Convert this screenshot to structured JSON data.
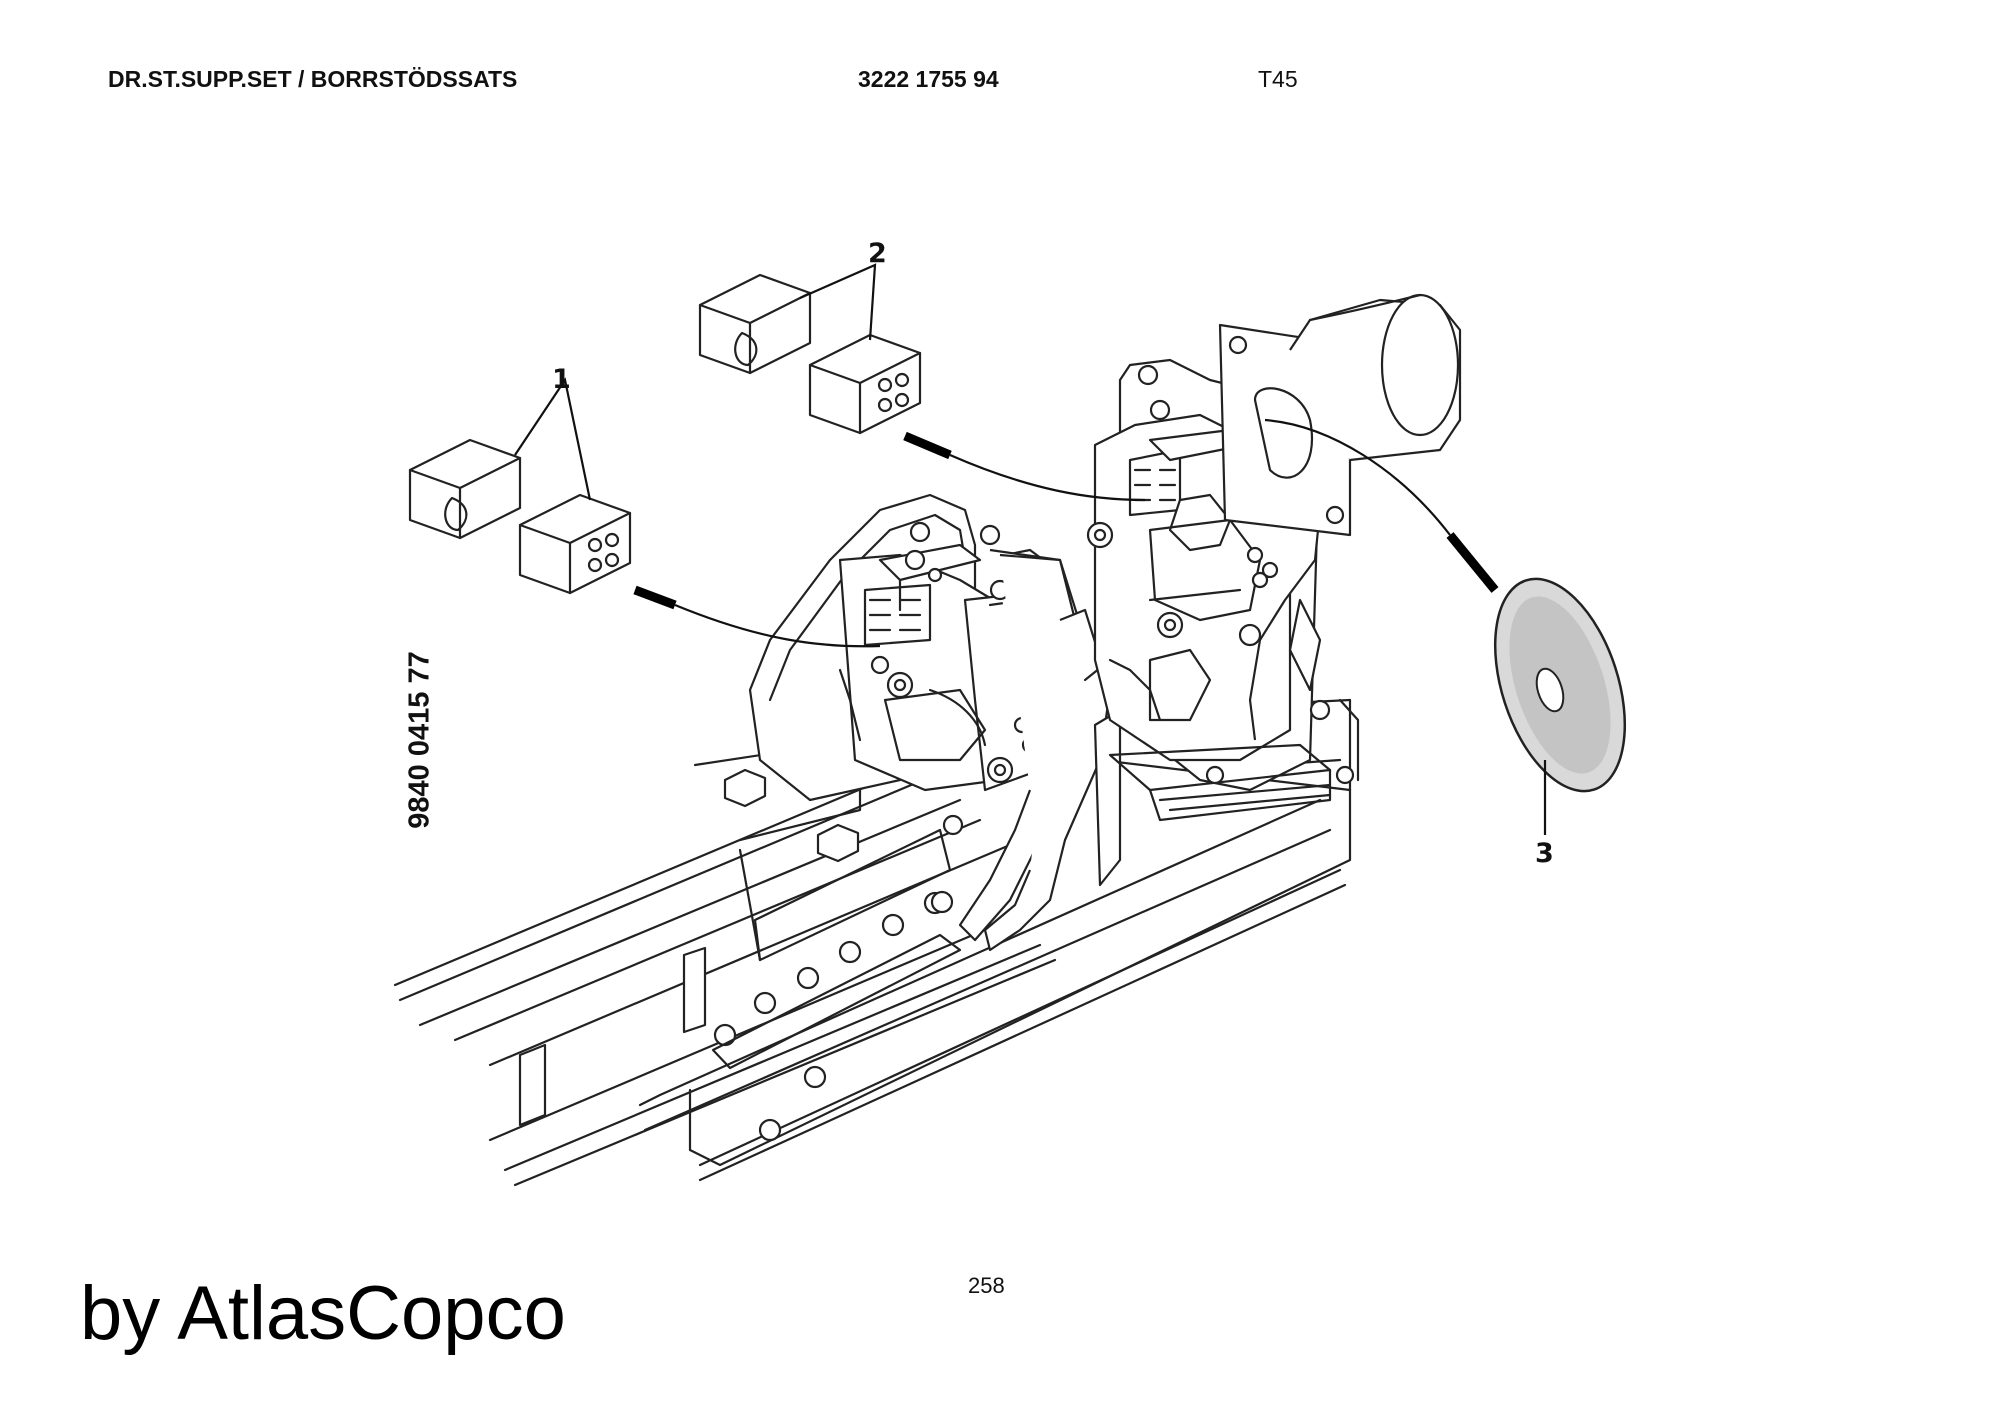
{
  "header": {
    "title": "DR.ST.SUPP.SET / BORRSTÖDSSATS",
    "part_number": "3222 1755 94",
    "model": "T45"
  },
  "drawing": {
    "side_part_number": "9840 0415 77",
    "callouts": [
      "1",
      "2",
      "3"
    ]
  },
  "footer": {
    "page_number": "258",
    "brand": "by AtlasCopco"
  }
}
